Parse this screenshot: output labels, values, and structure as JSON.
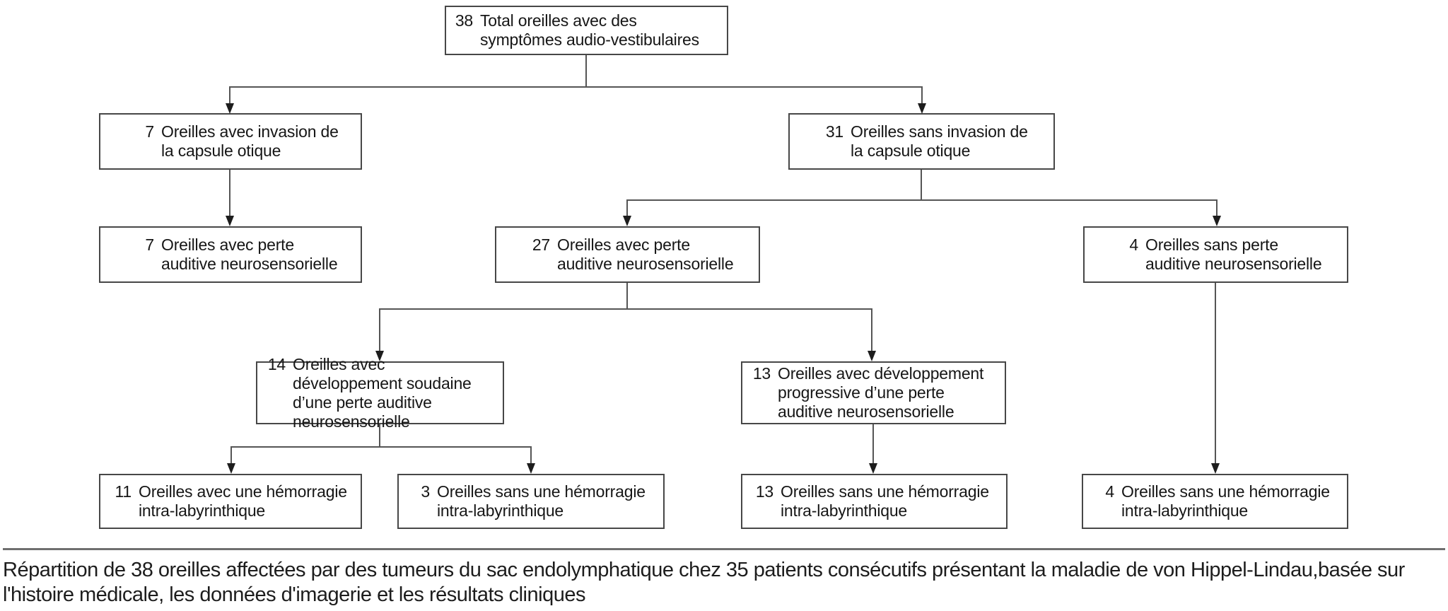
{
  "diagram": {
    "type": "flowchart",
    "nodes": [
      {
        "count": "38",
        "label": "Total oreilles avec des symptômes audio-vestibulaires"
      },
      {
        "count": "7",
        "label": "Oreilles avec invasion de la capsule otique"
      },
      {
        "count": "31",
        "label": "Oreilles sans invasion de la capsule otique"
      },
      {
        "count": "7",
        "label": "Oreilles avec perte auditive neurosensorielle"
      },
      {
        "count": "27",
        "label": "Oreilles avec perte auditive neurosensorielle"
      },
      {
        "count": "4",
        "label": "Oreilles sans perte auditive neurosensorielle"
      },
      {
        "count": "14",
        "label": "Oreilles avec développement soudaine d’une perte auditive neurosensorielle"
      },
      {
        "count": "13",
        "label": "Oreilles avec développement progressive d’une perte auditive neurosensorielle"
      },
      {
        "count": "11",
        "label": "Oreilles avec une hémorragie intra-labyrinthique"
      },
      {
        "count": "3",
        "label": "Oreilles sans une hémorragie intra-labyrinthique"
      },
      {
        "count": "13",
        "label": "Oreilles sans une hémorragie intra-labyrinthique"
      },
      {
        "count": "4",
        "label": "Oreilles sans une hémorragie intra-labyrinthique"
      }
    ],
    "caption": "Répartition de 38 oreilles affectées par des tumeurs du sac endolymphatique chez 35 patients consécutifs présentant la maladie de von Hippel-Lindau,basée sur l'histoire médicale, les données d'imagerie et les résultats cliniques"
  },
  "colors": {
    "background": "#ffffff",
    "box_border": "#474747",
    "connector_line": "#555555",
    "arrowhead": "#1d1d1d",
    "text": "#161616"
  }
}
